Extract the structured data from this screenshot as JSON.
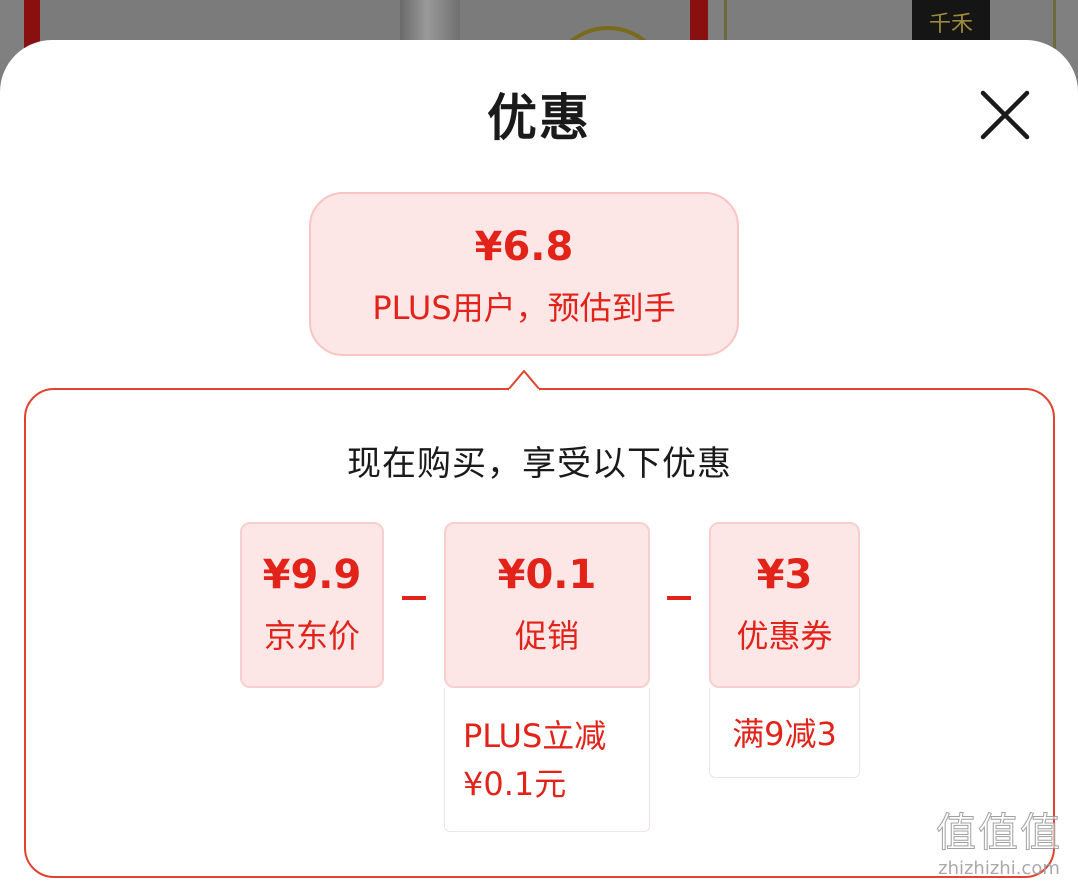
{
  "background": {
    "product_label": "千禾"
  },
  "sheet": {
    "title": "优惠",
    "close_icon": "close-icon"
  },
  "estimate": {
    "price": "¥6.8",
    "caption": "PLUS用户，预估到手"
  },
  "panel": {
    "subtitle": "现在购买，享受以下优惠",
    "jd_price": {
      "amount": "¥9.9",
      "label": "京东价"
    },
    "promo": {
      "amount": "¥0.1",
      "label": "促销",
      "detail_line1": "PLUS立减",
      "detail_line2": "¥0.1元"
    },
    "coupon": {
      "amount": "¥3",
      "label": "优惠券",
      "detail": "满9减3"
    }
  },
  "watermark": {
    "logo": "值值值",
    "site": "zhizhizhi.com"
  },
  "colors": {
    "accent": "#e2231a",
    "bubble_bg": "#fde6e6",
    "panel_border": "#e2432e"
  }
}
